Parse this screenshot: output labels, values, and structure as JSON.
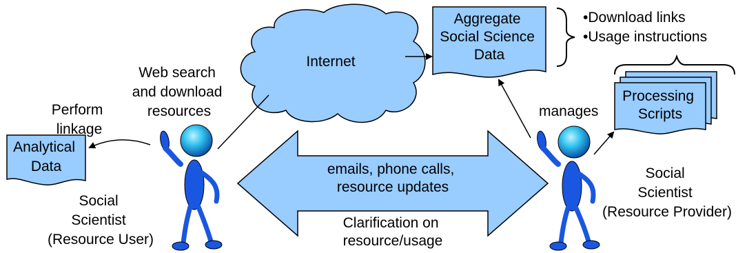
{
  "cloud": {
    "label": "Internet"
  },
  "aggregate_data": {
    "lines": [
      "Aggregate",
      "Social Science",
      "Data"
    ]
  },
  "bullets": [
    "•Download links",
    "•Usage instructions"
  ],
  "processing_scripts": {
    "lines": [
      "Processing",
      "Scripts"
    ]
  },
  "analytical_data": {
    "lines": [
      "Analytical",
      "Data"
    ]
  },
  "web_search_label": {
    "lines": [
      "Web search",
      "and download",
      "resources"
    ]
  },
  "perform_linkage_label": {
    "lines": [
      "Perform",
      "linkage"
    ]
  },
  "manages_label": "manages",
  "arrow_top_text": {
    "lines": [
      "emails, phone calls,",
      "resource updates"
    ]
  },
  "arrow_bottom_text": {
    "lines": [
      "Clarification on",
      "resource/usage"
    ]
  },
  "user_caption": {
    "lines": [
      "Social",
      "Scientist",
      "(Resource User)"
    ]
  },
  "provider_caption": {
    "lines": [
      "Social",
      "Scientist",
      "(Resource Provider)"
    ]
  },
  "colors": {
    "shape_fill": "#99ccff",
    "stroke": "#000000",
    "figure_blue": "#1a57e0",
    "head_cyan": "#33ccff"
  }
}
